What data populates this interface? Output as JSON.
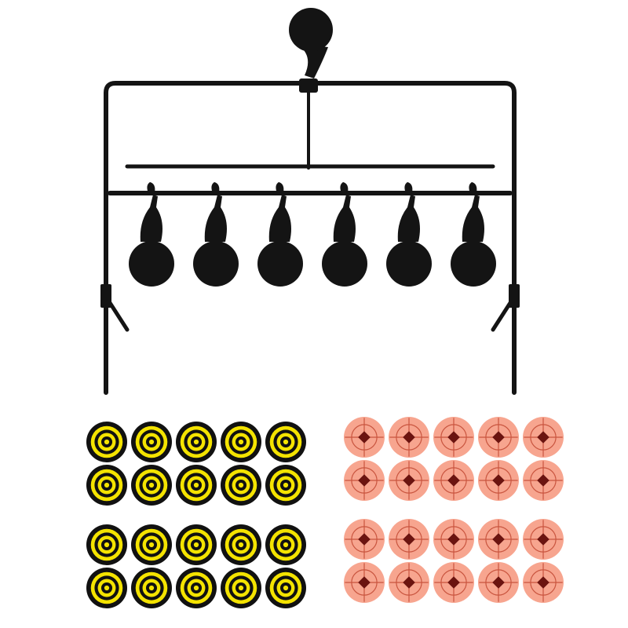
{
  "product": {
    "frame_color": "#141414",
    "paddle_count": 6,
    "reset_paddle_count": 1
  },
  "sticker_sheets": [
    {
      "name": "yellow-bullseye-sheet-top-left",
      "style": "bullseye",
      "rows": 2,
      "cols": 5,
      "colors": {
        "outer": "#111111",
        "ring": "#f4e300"
      }
    },
    {
      "name": "orange-reticle-sheet-top-right",
      "style": "reticle",
      "rows": 2,
      "cols": 5,
      "colors": {
        "fill": "#f7a58f",
        "ring": "#c9553f",
        "center": "#6b1410"
      }
    },
    {
      "name": "yellow-bullseye-sheet-bottom-left",
      "style": "bullseye",
      "rows": 2,
      "cols": 5,
      "colors": {
        "outer": "#111111",
        "ring": "#f4e300"
      }
    },
    {
      "name": "orange-reticle-sheet-bottom-right",
      "style": "reticle",
      "rows": 2,
      "cols": 5,
      "colors": {
        "fill": "#f7a58f",
        "ring": "#c9553f",
        "center": "#6b1410"
      }
    }
  ]
}
